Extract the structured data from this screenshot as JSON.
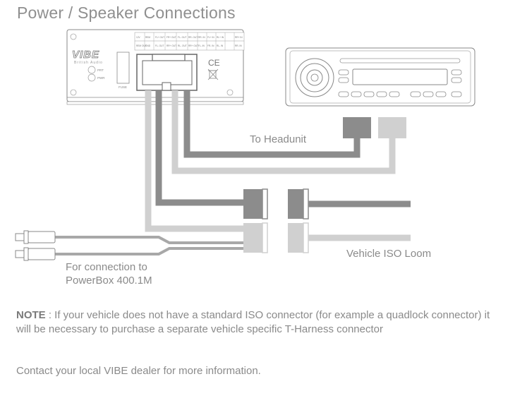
{
  "title": "Power / Speaker Connections",
  "amplifier": {
    "brand": "VIBE",
    "subbrand": "British Audio",
    "leds": [
      "PRT",
      "PWR"
    ],
    "fuse_label": "FUSE",
    "ce_mark": "CE",
    "terminal_row1": [
      "FL+ OUT",
      "FR+ OUT",
      "FL- OUT",
      "RR- OUT",
      "RR- IN",
      "FL+ IN",
      "RL+ IN",
      "RR+ IN"
    ],
    "terminal_row2": [
      "FL- OUT",
      "RR+ OUT",
      "RL- OUT",
      "RR+ OUT",
      "FL- IN",
      "FR- IN",
      "RL- IN",
      "RR- IN"
    ],
    "terminal_left_top": [
      "12V",
      "REM"
    ],
    "terminal_left_bottom": [
      "REM OUT",
      "GND"
    ]
  },
  "labels": {
    "to_headunit": "To Headunit",
    "vehicle_loom": "Vehicle ISO Loom",
    "powerbox_line1": "For connection to",
    "powerbox_line2": "PowerBox 400.1M"
  },
  "note": {
    "prefix": "NOTE",
    "text": " : If your vehicle does not have a standard ISO connector (for example a quadlock connector) it will be necessary to purchase a separate vehicle specific T-Harness connector"
  },
  "contact": "Contact your local VIBE dealer for more information.",
  "colors": {
    "dark_wire": "#8c8c8c",
    "light_wire": "#d0d0d0",
    "outline": "#8a8a8a"
  }
}
